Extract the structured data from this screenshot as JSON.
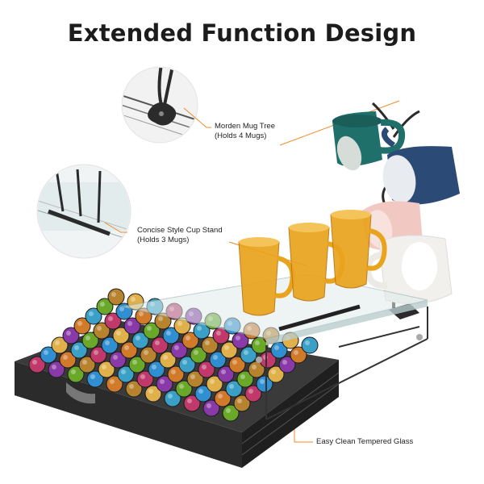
{
  "header": {
    "title": "Extended Function Design"
  },
  "callouts": {
    "mug_tree": {
      "line1": "Morden Mug Tree",
      "line2": "(Holds 4 Mugs)"
    },
    "cup_stand": {
      "line1": "Concise Style Cup Stand",
      "line2": "(Holds 3 Mugs)"
    },
    "glass": {
      "line1": "Easy Clean Tempered Glass"
    }
  },
  "colors": {
    "accent_line": "#f08a24",
    "drawer": "#2b2b2b",
    "glass_tint": "#dfeceb",
    "amber_cup": "#e9a31c",
    "mug_teal": "#1f6f6a",
    "mug_navy": "#2c4a76",
    "mug_pink": "#f2c9c2",
    "mug_white": "#f2f0ec"
  },
  "capsule_palette": [
    "#c0396a",
    "#8a3aa8",
    "#6aa82a",
    "#2f8fd0",
    "#d07a2a",
    "#b8832f",
    "#e0b04a",
    "#3aa0c8"
  ]
}
